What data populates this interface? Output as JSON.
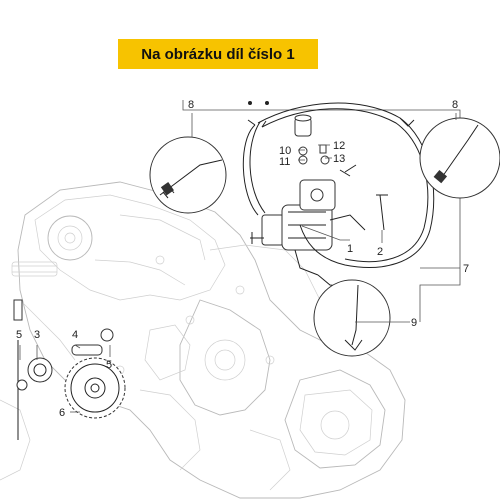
{
  "banner": {
    "text": "Na obrázku díl číslo 1",
    "color": "#f7c300"
  },
  "callouts": {
    "c1": "1",
    "c2": "2",
    "c3": "3",
    "c4": "4",
    "c5a": "5",
    "c5b": "5",
    "c6": "6",
    "c7": "7",
    "c8a": "8",
    "c8b": "8",
    "c9": "9",
    "c10": "10",
    "c11": "11",
    "c12": "12",
    "c13": "13"
  },
  "icons": [
    "starter-motor-icon",
    "cable-harness-icon",
    "cable-tie-icon",
    "gear-icon",
    "engine-outline-icon"
  ]
}
